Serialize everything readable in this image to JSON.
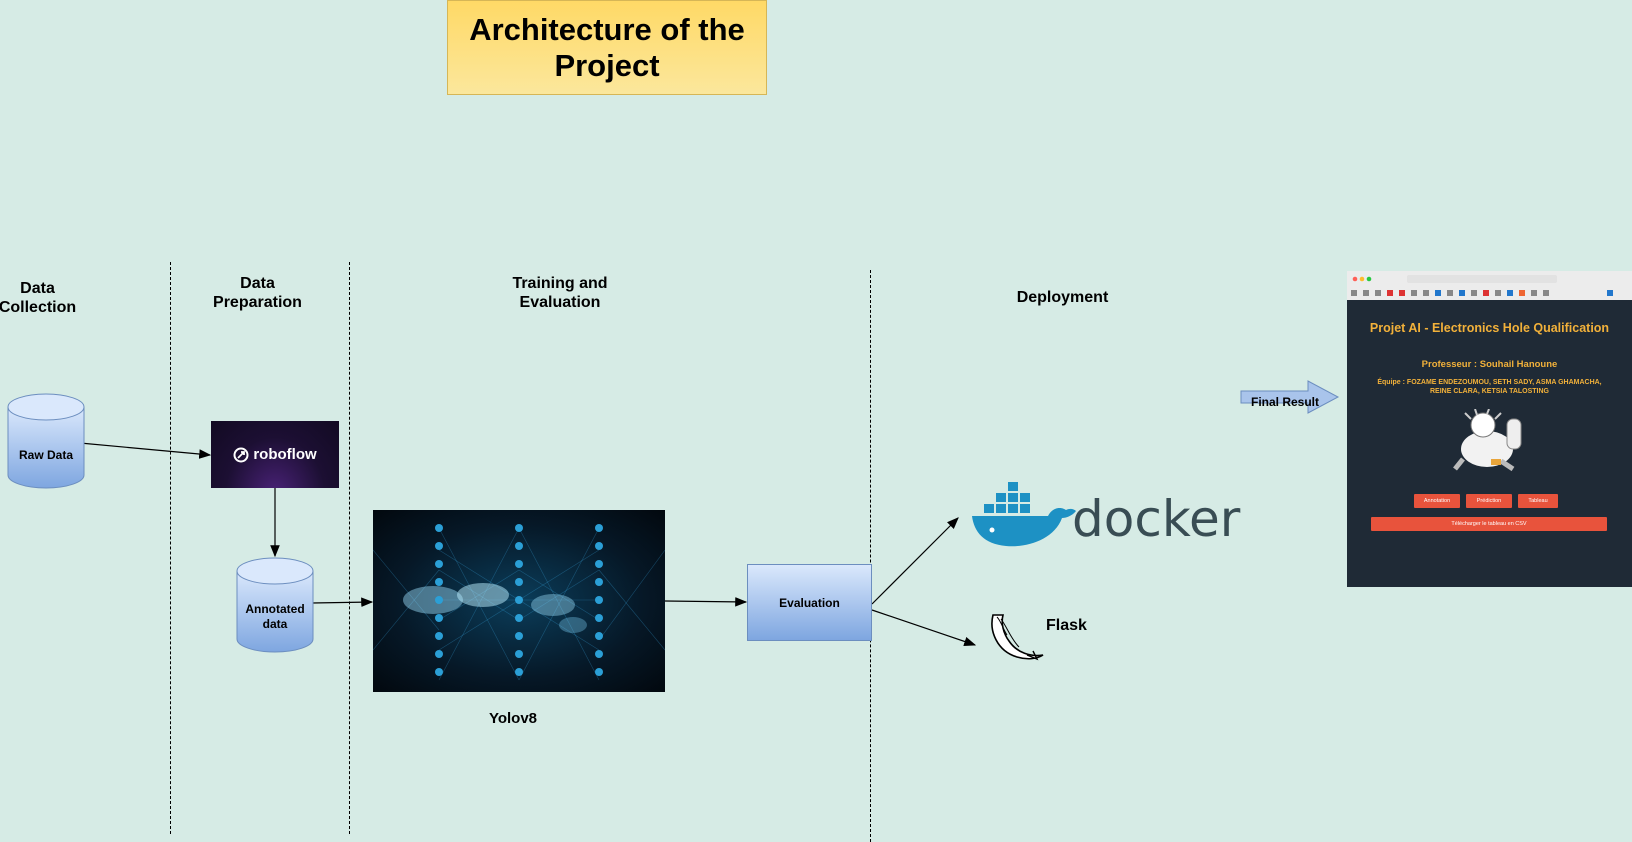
{
  "title": "Architecture of the Project",
  "stages": {
    "data_collection": "Data\nCollection",
    "data_preparation": "Data\nPreparation",
    "training": "Training and\nEvaluation",
    "deployment": "Deployment"
  },
  "nodes": {
    "raw_data": "Raw Data",
    "roboflow": "roboflow",
    "annotated_data": "Annotated\ndata",
    "yolo_caption": "Yolov8",
    "evaluation": "Evaluation",
    "docker": "docker",
    "flask": "Flask",
    "final_result": "Final Result"
  },
  "app_screenshot": {
    "title": "Projet AI - Electronics Hole Qualification",
    "professor": "Professeur : Souhail Hanoune",
    "team": "Équipe : FOZAME ENDEZOUMOU, SETH SADY, ASMA GHAMACHA, REINE CLARA, KETSIA TALOSTING",
    "buttons": [
      "Annotation",
      "Prédiction",
      "Tableau"
    ],
    "download": "Télécharger le tableau en CSV"
  },
  "colors": {
    "background": "#d6ebe5",
    "title_fill": "#ffd966",
    "node_fill": "#dae8fc",
    "node_stroke": "#6c8ebf",
    "app_accent": "#f2b13a",
    "app_button": "#e8533c"
  },
  "icons": [
    "database-icon",
    "roboflow-logo",
    "neural-network-image",
    "docker-logo",
    "flask-logo",
    "arrow-right-icon",
    "mascot-image"
  ]
}
